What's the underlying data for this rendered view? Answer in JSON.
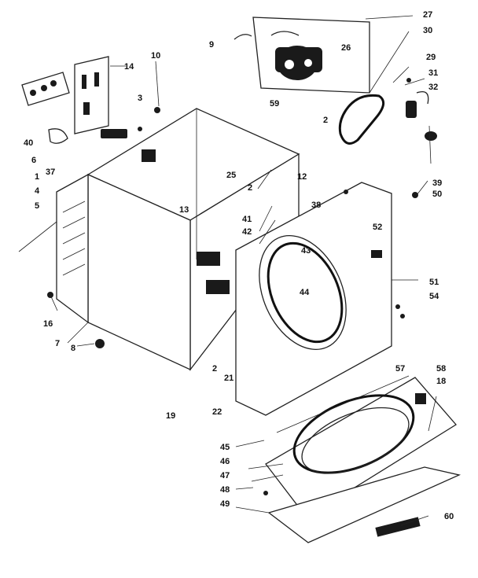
{
  "labels": {
    "l9": "9",
    "l27": "27",
    "l30": "30",
    "l26": "26",
    "l29": "29",
    "l31": "31",
    "l32": "32",
    "l59": "59",
    "l2a": "2",
    "l14": "14",
    "l10": "10",
    "l3": "3",
    "l40": "40",
    "l6": "6",
    "l37": "37",
    "l1": "1",
    "l4": "4",
    "l5": "5",
    "l25": "25",
    "l2b": "2",
    "l12": "12",
    "l13": "13",
    "l41": "41",
    "l42": "42",
    "l38": "38",
    "l39": "39",
    "l50": "50",
    "l52": "52",
    "l43": "43",
    "l44": "44",
    "l51": "51",
    "l54": "54",
    "l16": "16",
    "l7": "7",
    "l8": "8",
    "l21": "21",
    "l2c": "2",
    "l22": "22",
    "l19": "19",
    "l57": "57",
    "l58": "58",
    "l18": "18",
    "l45": "45",
    "l46": "46",
    "l47": "47",
    "l48": "48",
    "l49": "49",
    "l60": "60"
  }
}
